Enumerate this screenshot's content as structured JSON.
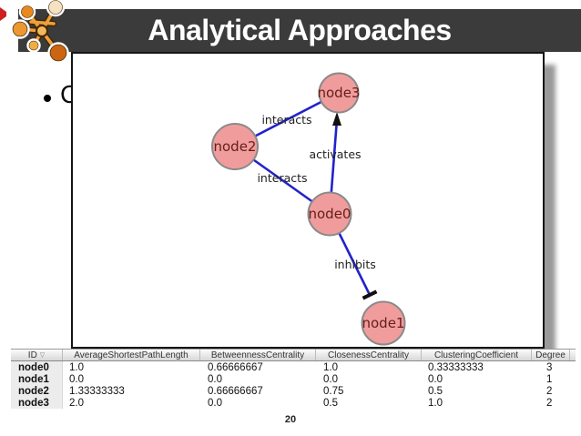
{
  "slide": {
    "title": "Analytical Approaches",
    "bullet_visible_text": "C",
    "page_number": "20"
  },
  "colors": {
    "title_bar": "#3b3b3b",
    "title_text": "#ffffff",
    "node_fill": "#f19c9c",
    "node_border": "#8a8a8a",
    "node_label": "#64201a",
    "edge_blue": "#2222cc",
    "edge_label": "#222222",
    "box_shadow": "#9a9a9a",
    "accent_red": "#ce2020",
    "logo_orange": "#e8891f"
  },
  "graph": {
    "nodes": [
      {
        "id": "node0",
        "label": "node0"
      },
      {
        "id": "node1",
        "label": "node1"
      },
      {
        "id": "node2",
        "label": "node2"
      },
      {
        "id": "node3",
        "label": "node3"
      }
    ],
    "edges": [
      {
        "from": "node2",
        "to": "node3",
        "label": "interacts",
        "type": "interaction"
      },
      {
        "from": "node2",
        "to": "node0",
        "label": "interacts",
        "type": "interaction"
      },
      {
        "from": "node0",
        "to": "node3",
        "label": "activates",
        "type": "activation-arrow"
      },
      {
        "from": "node0",
        "to": "node1",
        "label": "inhibits",
        "type": "inhibition-tbar"
      }
    ]
  },
  "table": {
    "sort_indicator": "▽",
    "columns": [
      "ID",
      "AverageShortestPathLength",
      "BetweennessCentrality",
      "ClosenessCentrality",
      "ClusteringCoefficient",
      "Degree"
    ],
    "rows": [
      [
        "node0",
        "1.0",
        "0.66666667",
        "1.0",
        "0.33333333",
        "3"
      ],
      [
        "node1",
        "0.0",
        "0.0",
        "0.0",
        "0.0",
        "1"
      ],
      [
        "node2",
        "1.33333333",
        "0.66666667",
        "0.75",
        "0.5",
        "2"
      ],
      [
        "node3",
        "2.0",
        "0.0",
        "0.5",
        "1.0",
        "2"
      ]
    ]
  }
}
